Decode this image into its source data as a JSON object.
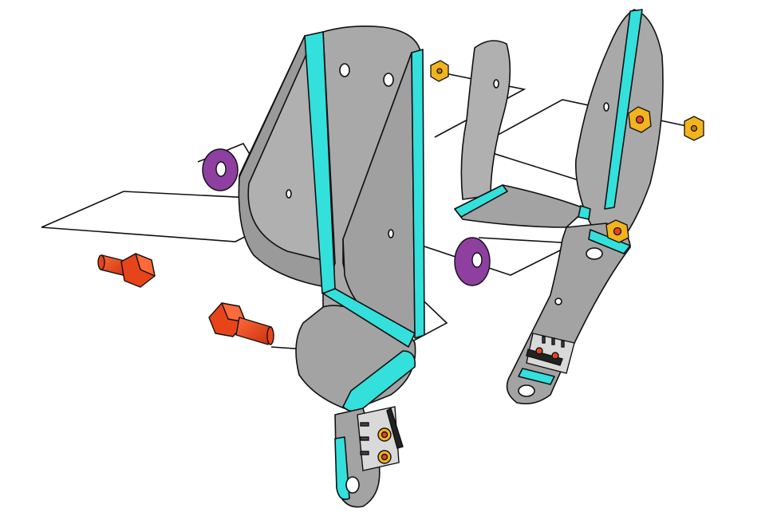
{
  "figure": {
    "kind": "exploded assembly view (CAD)",
    "background": "#ffffff",
    "colors": {
      "plate": "#a3a3a3",
      "plate_light": "#b8b8b8",
      "plate_dark": "#8a8a8a",
      "edge_accent": "#33e0dc",
      "bolt": "#e8441a",
      "washer": "#8e3fa0",
      "nut": "#f2b41c",
      "switch_body": "#d9d9d9",
      "switch_dark": "#222222",
      "outline": "#111111"
    },
    "parts": [
      "left-bracket",
      "right-bracket",
      "left-hex-bolt",
      "lower-hex-bolt",
      "left-washer",
      "right-washer",
      "top-nut",
      "right-nut",
      "center-nut",
      "lower-right-nut",
      "limit-switch-left",
      "limit-switch-right"
    ],
    "assembly_lines": 6
  }
}
